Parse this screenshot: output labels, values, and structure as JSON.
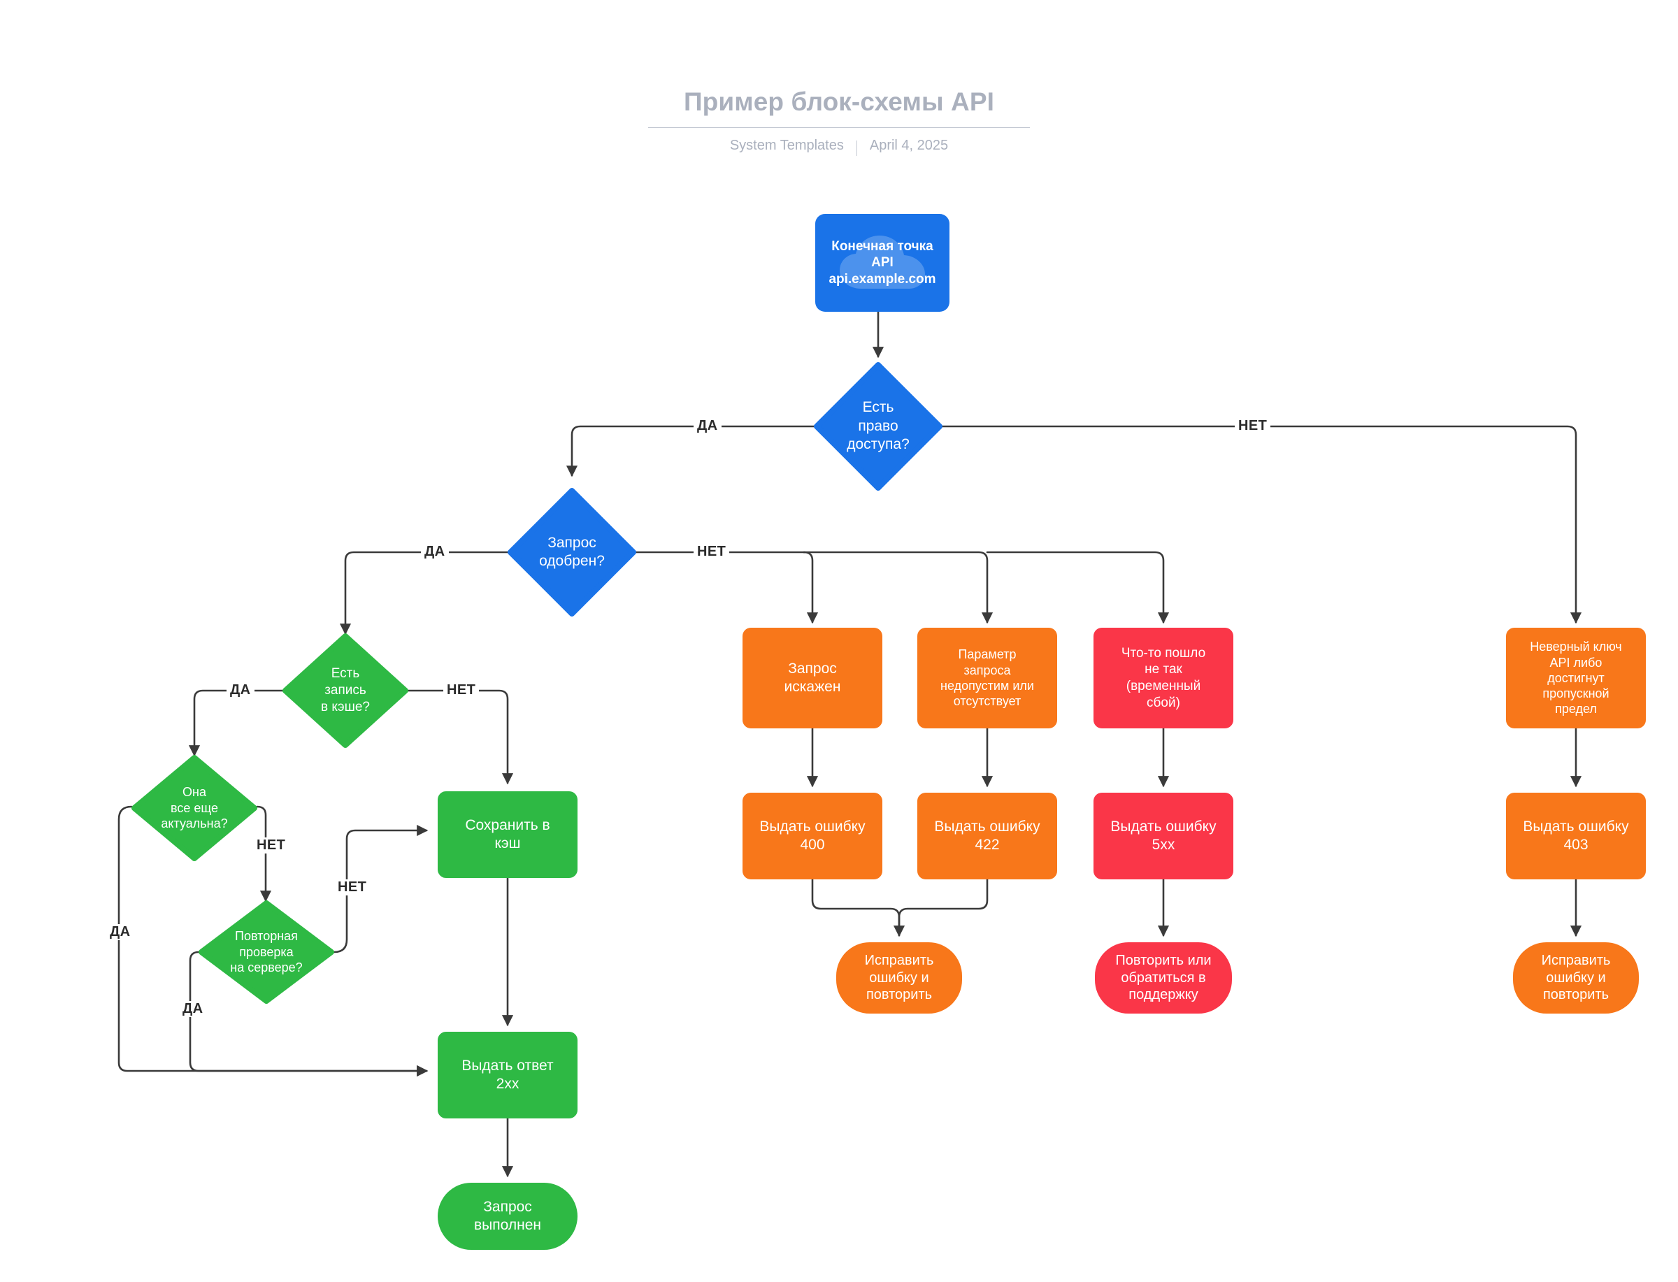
{
  "header": {
    "title": "Пример блок-схемы API",
    "source": "System Templates",
    "date": "April 4, 2025",
    "separator": "|"
  },
  "colors": {
    "blue": "#1a73e8",
    "green": "#2eb944",
    "orange": "#f8771a",
    "red": "#fa3648",
    "edge": "#3a3a3a",
    "title_gray": "#aab0bd",
    "background": "#ffffff"
  },
  "chart_data": {
    "type": "diagram",
    "diagram_type": "flowchart",
    "title": "Пример блок-схемы API",
    "nodes": [
      {
        "id": "start",
        "text": "Конечная точка\nAPI\napi.example.com",
        "shape": "rounded-rect",
        "color": "#1a73e8",
        "icon": "cloud-icon"
      },
      {
        "id": "d_access",
        "text": "Есть\nправо\nдоступа?",
        "shape": "diamond",
        "color": "#1a73e8"
      },
      {
        "id": "d_approved",
        "text": "Запрос\nодобрен?",
        "shape": "diamond",
        "color": "#1a73e8"
      },
      {
        "id": "d_cache",
        "text": "Есть\nзапись\nв кэше?",
        "shape": "diamond",
        "color": "#2eb944"
      },
      {
        "id": "d_fresh",
        "text": "Она\nвсе еще\nактуальна?",
        "shape": "diamond",
        "color": "#2eb944"
      },
      {
        "id": "d_revalidate",
        "text": "Повторная\nпроверка\nна сервере?",
        "shape": "diamond",
        "color": "#2eb944"
      },
      {
        "id": "save_cache",
        "text": "Сохранить в\nкэш",
        "shape": "rect",
        "color": "#2eb944"
      },
      {
        "id": "resp_2xx",
        "text": "Выдать ответ\n2xx",
        "shape": "rect",
        "color": "#2eb944"
      },
      {
        "id": "done",
        "text": "Запрос\nвыполнен",
        "shape": "pill",
        "color": "#2eb944"
      },
      {
        "id": "malformed",
        "text": "Запрос\nискажен",
        "shape": "rect",
        "color": "#f8771a"
      },
      {
        "id": "bad_param",
        "text": "Параметр\nзапроса\nнедопустим или\nотсутствует",
        "shape": "rect",
        "color": "#f8771a"
      },
      {
        "id": "server_glitch",
        "text": "Что-то пошло\nне так\n(временный\nсбой)",
        "shape": "rect",
        "color": "#fa3648"
      },
      {
        "id": "bad_key",
        "text": "Неверный ключ\nAPI либо\nдостигнут\nпропускной\nпредел",
        "shape": "rect",
        "color": "#f8771a"
      },
      {
        "id": "err400",
        "text": "Выдать ошибку\n400",
        "shape": "rect",
        "color": "#f8771a"
      },
      {
        "id": "err422",
        "text": "Выдать ошибку\n422",
        "shape": "rect",
        "color": "#f8771a"
      },
      {
        "id": "err5xx",
        "text": "Выдать ошибку\n5xx",
        "shape": "rect",
        "color": "#fa3648"
      },
      {
        "id": "err403",
        "text": "Выдать ошибку\n403",
        "shape": "rect",
        "color": "#f8771a"
      },
      {
        "id": "fix_retry_1",
        "text": "Исправить\nошибку и\nповторить",
        "shape": "pill",
        "color": "#f8771a"
      },
      {
        "id": "retry_support",
        "text": "Повторить или\nобратиться в\nподдержку",
        "shape": "pill",
        "color": "#fa3648"
      },
      {
        "id": "fix_retry_2",
        "text": "Исправить\nошибку и\nповторить",
        "shape": "pill",
        "color": "#f8771a"
      }
    ],
    "edges": [
      {
        "from": "start",
        "to": "d_access",
        "label": ""
      },
      {
        "from": "d_access",
        "to": "d_approved",
        "label": "ДА"
      },
      {
        "from": "d_access",
        "to": "bad_key",
        "label": "НЕТ"
      },
      {
        "from": "d_approved",
        "to": "d_cache",
        "label": "ДА"
      },
      {
        "from": "d_approved",
        "to": "malformed",
        "label": "НЕТ"
      },
      {
        "from": "d_approved",
        "to": "bad_param",
        "label": ""
      },
      {
        "from": "d_approved",
        "to": "server_glitch",
        "label": ""
      },
      {
        "from": "d_cache",
        "to": "d_fresh",
        "label": "ДА"
      },
      {
        "from": "d_cache",
        "to": "save_cache",
        "label": "НЕТ"
      },
      {
        "from": "d_fresh",
        "to": "resp_2xx",
        "label": "ДА"
      },
      {
        "from": "d_fresh",
        "to": "d_revalidate",
        "label": "НЕТ"
      },
      {
        "from": "d_revalidate",
        "to": "resp_2xx",
        "label": "ДА"
      },
      {
        "from": "d_revalidate",
        "to": "save_cache",
        "label": "НЕТ"
      },
      {
        "from": "save_cache",
        "to": "resp_2xx",
        "label": ""
      },
      {
        "from": "resp_2xx",
        "to": "done",
        "label": ""
      },
      {
        "from": "malformed",
        "to": "err400",
        "label": ""
      },
      {
        "from": "bad_param",
        "to": "err422",
        "label": ""
      },
      {
        "from": "server_glitch",
        "to": "err5xx",
        "label": ""
      },
      {
        "from": "bad_key",
        "to": "err403",
        "label": ""
      },
      {
        "from": "err400",
        "to": "fix_retry_1",
        "label": ""
      },
      {
        "from": "err422",
        "to": "fix_retry_1",
        "label": ""
      },
      {
        "from": "err5xx",
        "to": "retry_support",
        "label": ""
      },
      {
        "from": "err403",
        "to": "fix_retry_2",
        "label": ""
      }
    ]
  },
  "nodes": {
    "start": {
      "text": "Конечная точка\nAPI\napi.example.com"
    },
    "d_access": {
      "text": "Есть\nправо\nдоступа?"
    },
    "d_approved": {
      "text": "Запрос\nодобрен?"
    },
    "d_cache": {
      "text": "Есть\nзапись\nв кэше?"
    },
    "d_fresh": {
      "text": "Она\nвсе еще\nактуальна?"
    },
    "d_revalidate": {
      "text": "Повторная\nпроверка\nна сервере?"
    },
    "save_cache": {
      "text": "Сохранить в\nкэш"
    },
    "resp_2xx": {
      "text": "Выдать ответ\n2xx"
    },
    "done": {
      "text": "Запрос\nвыполнен"
    },
    "malformed": {
      "text": "Запрос\nискажен"
    },
    "bad_param": {
      "text": "Параметр\nзапроса\nнедопустим или\nотсутствует"
    },
    "server_glitch": {
      "text": "Что-то пошло\nне так\n(временный\nсбой)"
    },
    "bad_key": {
      "text": "Неверный ключ\nAPI либо\nдостигнут\nпропускной\nпредел"
    },
    "err400": {
      "text": "Выдать ошибку\n400"
    },
    "err422": {
      "text": "Выдать ошибку\n422"
    },
    "err5xx": {
      "text": "Выдать ошибку\n5xx"
    },
    "err403": {
      "text": "Выдать ошибку\n403"
    },
    "fix_retry_1": {
      "text": "Исправить\nошибку и\nповторить"
    },
    "retry_support": {
      "text": "Повторить или\nобратиться в\nподдержку"
    },
    "fix_retry_2": {
      "text": "Исправить\nошибку и\nповторить"
    }
  },
  "edge_labels": {
    "access_yes": "ДА",
    "access_no": "НЕТ",
    "approved_yes": "ДА",
    "approved_no": "НЕТ",
    "cache_yes": "ДА",
    "cache_no": "НЕТ",
    "fresh_yes": "ДА",
    "fresh_no": "НЕТ",
    "revalidate_yes": "ДА",
    "revalidate_no": "НЕТ"
  }
}
